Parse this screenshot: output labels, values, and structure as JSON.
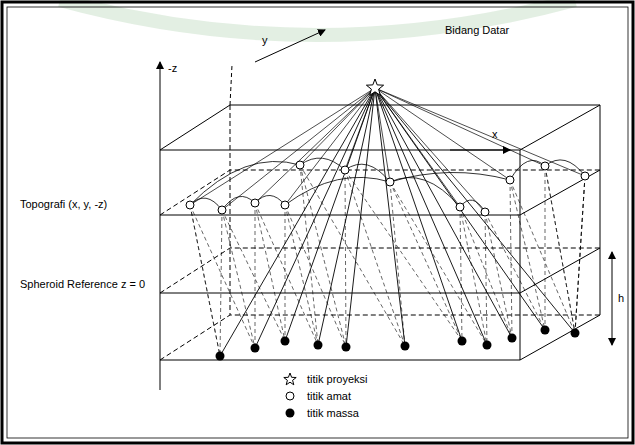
{
  "diagram": {
    "labels": [
      "y",
      "Bidang Datar",
      "-z",
      "x",
      "Topografi (x, y, -z)",
      "Spheroid Reference z = 0",
      "h"
    ],
    "legend": [
      {
        "text": "titik proyeksi"
      },
      {
        "text": "titik amat"
      },
      {
        "text": "titik massa"
      }
    ]
  }
}
